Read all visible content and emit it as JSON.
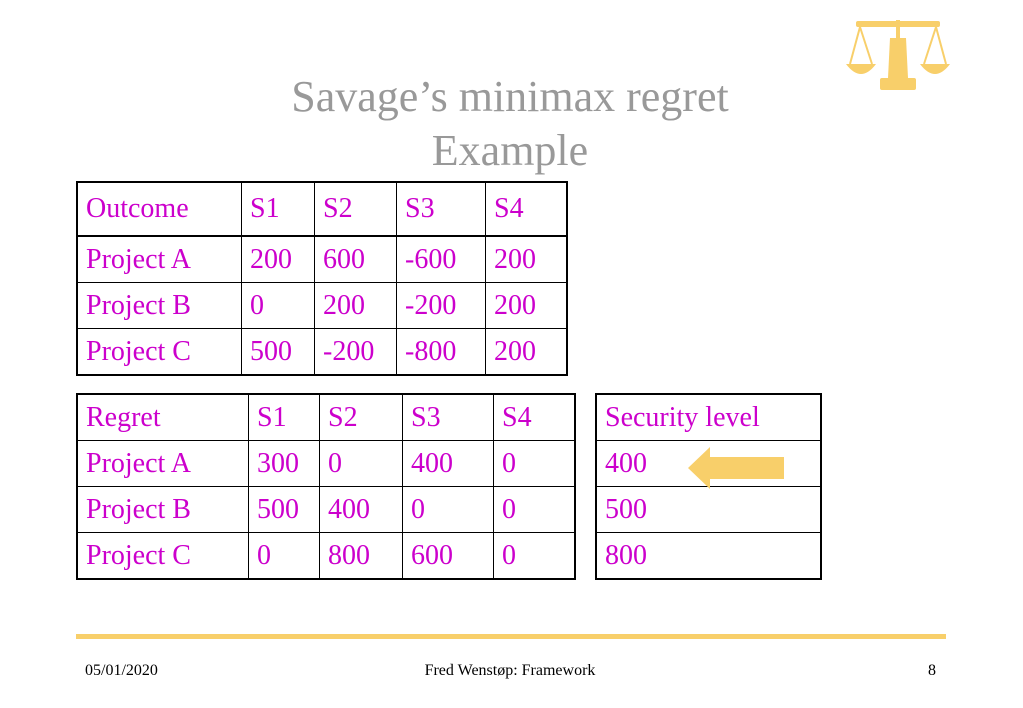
{
  "slide": {
    "title_line1": "Savage’s minimax regret",
    "title_line2": "Example"
  },
  "outcome_table": {
    "headers": [
      "Outcome",
      "S1",
      "S2",
      "S3",
      "S4"
    ],
    "rows": [
      [
        "Project A",
        "200",
        "600",
        "-600",
        "200"
      ],
      [
        "Project B",
        "0",
        "200",
        "-200",
        "200"
      ],
      [
        "Project C",
        "500",
        "-200",
        "-800",
        "200"
      ]
    ]
  },
  "regret_table": {
    "headers": [
      "Regret",
      "S1",
      "S2",
      "S3",
      "S4"
    ],
    "rows": [
      [
        "Project A",
        "300",
        "0",
        "400",
        "0"
      ],
      [
        "Project B",
        "500",
        "400",
        "0",
        "0"
      ],
      [
        "Project C",
        "0",
        "800",
        "600",
        "0"
      ]
    ]
  },
  "security_table": {
    "header": "Security level",
    "values": [
      "400",
      "500",
      "800"
    ]
  },
  "footer": {
    "date": "05/01/2020",
    "center": "Fred Wenstøp: Framework",
    "page": "8"
  },
  "colors": {
    "table_text": "#cc00cc",
    "title": "#999999",
    "accent": "#f8cf6a"
  }
}
